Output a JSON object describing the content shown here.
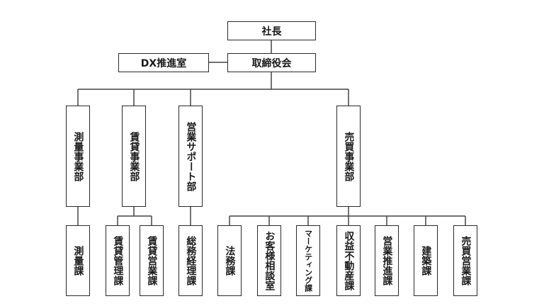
{
  "org": {
    "president": "社長",
    "board": "取締役会",
    "dx": "DX推進室",
    "divisions": {
      "survey": "測量事業部",
      "rental": "賃貸事業部",
      "support": "営業サポート部",
      "sales": "売買事業部"
    },
    "sections": {
      "survey": "測量課",
      "rental_mgmt": "賃貸管理課",
      "rental_sales": "賃貸営業課",
      "general": "総務経理課",
      "legal": "法務課",
      "consult": "お客様相談室",
      "marketing": "マーケティング課",
      "revenue": "収益不動産課",
      "sales_promo": "営業推進課",
      "construction": "建築課",
      "trade_sales": "売買営業課"
    }
  }
}
